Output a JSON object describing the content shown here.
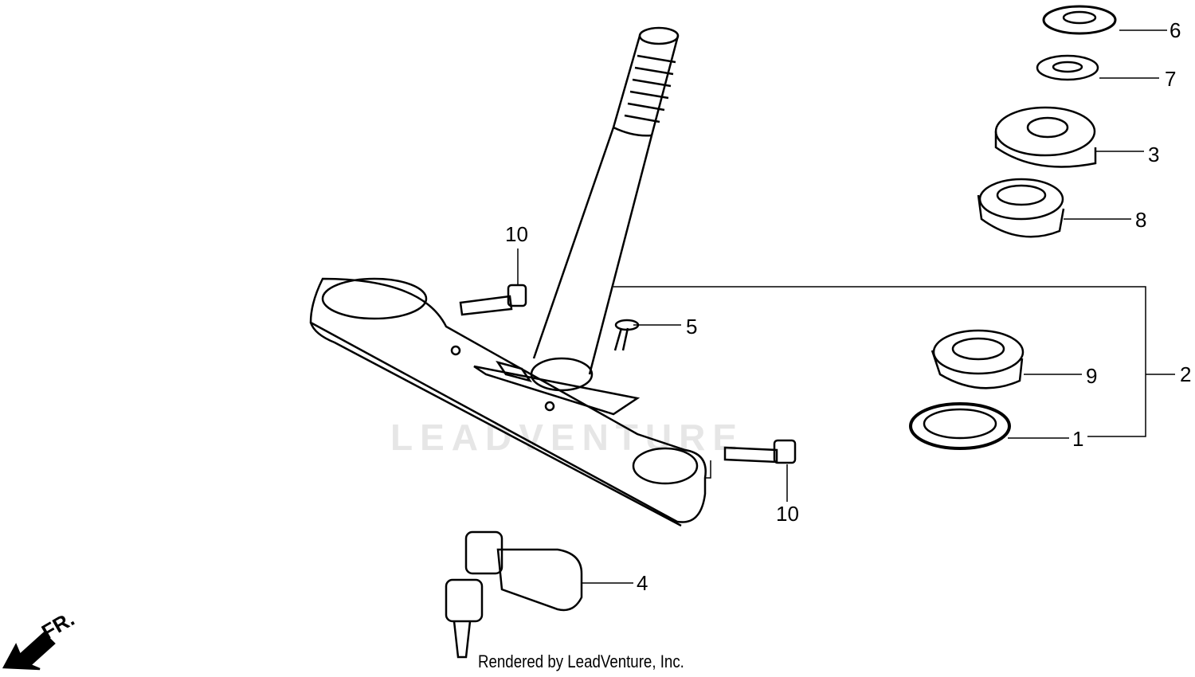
{
  "diagram": {
    "callouts": [
      {
        "id": "6",
        "label": "6"
      },
      {
        "id": "7",
        "label": "7"
      },
      {
        "id": "3",
        "label": "3"
      },
      {
        "id": "8",
        "label": "8"
      },
      {
        "id": "5",
        "label": "5"
      },
      {
        "id": "9",
        "label": "9"
      },
      {
        "id": "2",
        "label": "2"
      },
      {
        "id": "1",
        "label": "1"
      },
      {
        "id": "10a",
        "label": "10"
      },
      {
        "id": "10b",
        "label": "10"
      },
      {
        "id": "4",
        "label": "4"
      }
    ],
    "direction_label": "FR.",
    "watermark": "LEADVENTURE",
    "footer": "Rendered by LeadVenture, Inc.",
    "line_color": "#000000"
  }
}
